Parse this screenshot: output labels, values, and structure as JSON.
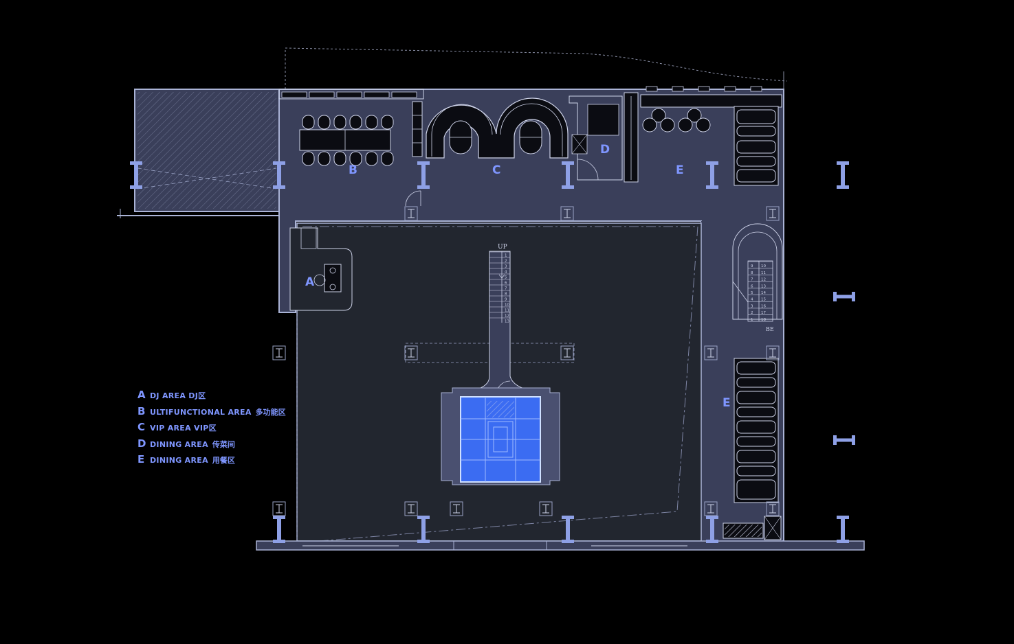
{
  "colors": {
    "background": "#000000",
    "floor": "#3a3f5a",
    "atrium": "#22262f",
    "wall": "#aab3d6",
    "column": "#8ea0e6",
    "accent": "#7f96ff",
    "stage": "#3b6cf2",
    "furniture": "#0b0c12"
  },
  "zones": {
    "a": "A",
    "b": "B",
    "c": "C",
    "d": "D",
    "e": "E"
  },
  "stairs": {
    "main_label": "UP",
    "main_steps": [
      "1",
      "2",
      "3",
      "4",
      "5",
      "6",
      "7",
      "8",
      "9",
      "10",
      "11",
      "12",
      "13"
    ],
    "side_label": "BE",
    "side_steps_left": [
      "9",
      "8",
      "7",
      "6",
      "5",
      "4",
      "3",
      "2",
      "1"
    ],
    "side_steps_right": [
      "10",
      "11",
      "12",
      "13",
      "14",
      "15",
      "16",
      "17",
      "18"
    ]
  },
  "legend": [
    {
      "letter": "A",
      "en": "DJ  AREA  DJ区",
      "cn": ""
    },
    {
      "letter": "B",
      "en": "ULTIFUNCTIONAL AREA",
      "cn": "多功能区"
    },
    {
      "letter": "C",
      "en": "VIP  AREA  VIP区",
      "cn": ""
    },
    {
      "letter": "D",
      "en": "DINING AREA",
      "cn": "传菜间"
    },
    {
      "letter": "E",
      "en": "DINING AREA",
      "cn": "用餐区"
    }
  ]
}
